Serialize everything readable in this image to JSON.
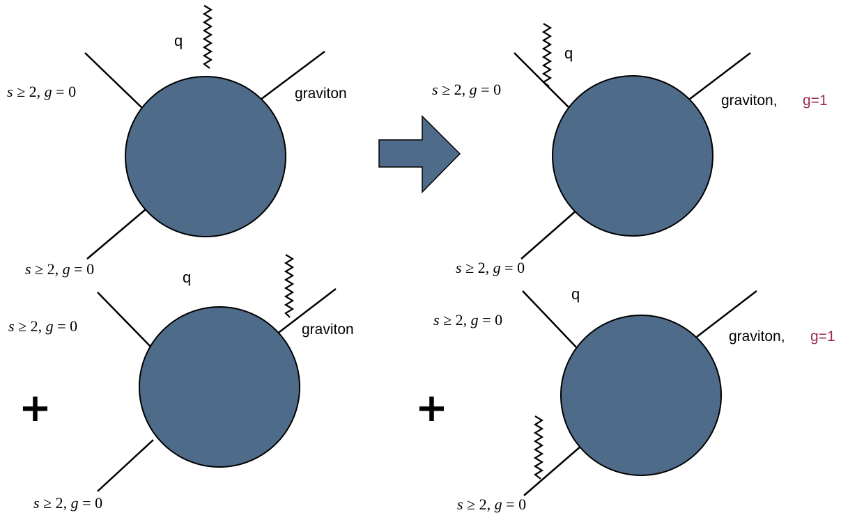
{
  "labels": {
    "external_leg": {
      "s": "s",
      "ge": "≥",
      "two": "2,",
      "g": "g",
      "eq": "=",
      "zero": "0"
    },
    "graviton": "graviton",
    "graviton_with_genus": "graviton,",
    "genus_one": "g=1",
    "q": "q",
    "plus": "+"
  },
  "colors": {
    "blob_fill": "#4f6b8a",
    "genus_label": "#9a2a55"
  }
}
